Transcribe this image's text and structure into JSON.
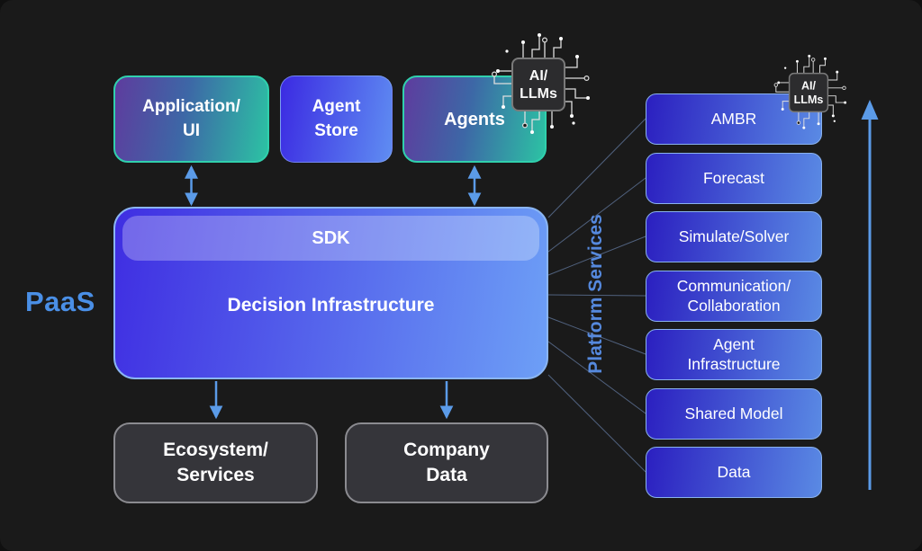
{
  "labels": {
    "paas": "PaaS",
    "platform_services": "Platform Services"
  },
  "chip": {
    "line1": "AI/",
    "line2": "LLMs"
  },
  "top_boxes": [
    {
      "id": "application-ui",
      "lines": [
        "Application/",
        "UI"
      ]
    },
    {
      "id": "agent-store",
      "lines": [
        "Agent",
        "Store"
      ]
    },
    {
      "id": "agents",
      "lines": [
        "Agents"
      ]
    }
  ],
  "main_box": {
    "sdk": "SDK",
    "label": "Decision Infrastructure"
  },
  "bottom_boxes": [
    {
      "id": "ecosystem-services",
      "lines": [
        "Ecosystem/",
        "Services"
      ]
    },
    {
      "id": "company-data",
      "lines": [
        "Company",
        "Data"
      ]
    }
  ],
  "platform_services": {
    "items": [
      {
        "lines": [
          "AMBR"
        ]
      },
      {
        "lines": [
          "Forecast"
        ]
      },
      {
        "lines": [
          "Simulate/Solver"
        ]
      },
      {
        "lines": [
          "Communication/",
          "Collaboration"
        ]
      },
      {
        "lines": [
          "Agent",
          "Infrastructure"
        ]
      },
      {
        "lines": [
          "Shared Model"
        ]
      },
      {
        "lines": [
          "Data"
        ]
      }
    ]
  },
  "colors": {
    "arrow_blue": "#5b9be8",
    "fan_line_blue": "#7d9cd0",
    "paas_blue": "#4a8fe6",
    "platform_label_blue": "#5589de",
    "teal_border": "#30d0ad",
    "box_blue_dark": "#2b1fc0",
    "box_blue_light": "#5a8ae4",
    "background": "#1a1a1a"
  }
}
